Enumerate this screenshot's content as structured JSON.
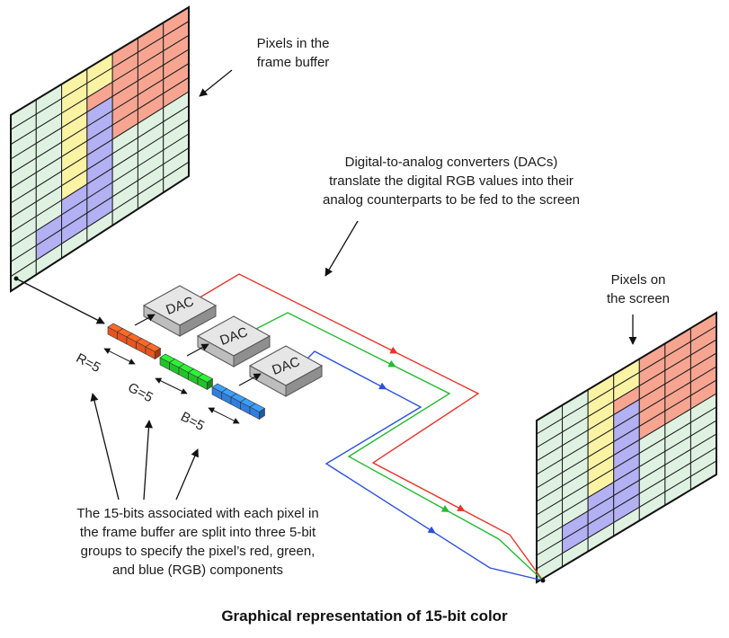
{
  "title": "Graphical representation of 15-bit color",
  "labels": {
    "frame_buffer": [
      "Pixels in the",
      "frame buffer"
    ],
    "dac_note": [
      "Digital-to-analog converters (DACs)",
      "translate the digital RGB values into their",
      "analog counterparts to be fed to the screen"
    ],
    "screen": [
      "Pixels on",
      "the screen"
    ],
    "bits_note": [
      "The 15-bits associated with each pixel in",
      "the frame buffer are split into three 5-bit",
      "groups to specify the pixel’s red, green,",
      "and blue (RGB) components"
    ]
  },
  "dac_label": "DAC",
  "bit_groups": [
    {
      "label": "R=5",
      "bits": 5,
      "color": "#e8541e"
    },
    {
      "label": "G=5",
      "bits": 5,
      "color": "#22c32a"
    },
    {
      "label": "B=5",
      "bits": 5,
      "color": "#2f7fe0"
    }
  ],
  "grid": {
    "cols": 7,
    "rows": 12,
    "colors": {
      "g": "#dff2e2",
      "y": "#fbf3a4",
      "r": "#f7a591",
      "b": "#b3b0f3"
    },
    "cells": [
      "ggyyrrr",
      "ggyyrrr",
      "ggyrrrr",
      "ggybrrr",
      "ggybrrr",
      "ggybrrr",
      "ggybggg",
      "ggybggg",
      "ggbbggg",
      "gbbbggg",
      "gbbbggg",
      "ggggggg"
    ]
  },
  "signal_colors": {
    "red": "#e8342a",
    "green": "#22bb33",
    "blue": "#2b50e0"
  }
}
